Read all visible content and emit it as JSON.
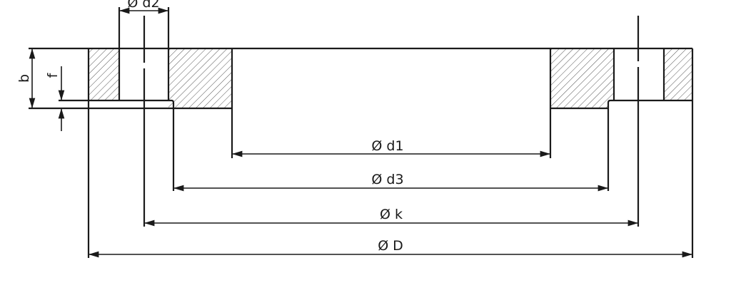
{
  "title": "Flange cross-section dimension drawing",
  "labels": {
    "d2": "Ø d2",
    "d1": "Ø d1",
    "d3": "Ø d3",
    "k": "Ø k",
    "D": "Ø D",
    "b": "b",
    "f": "f"
  },
  "colors": {
    "line": "#1a1a1a",
    "hatch": "#555555"
  }
}
